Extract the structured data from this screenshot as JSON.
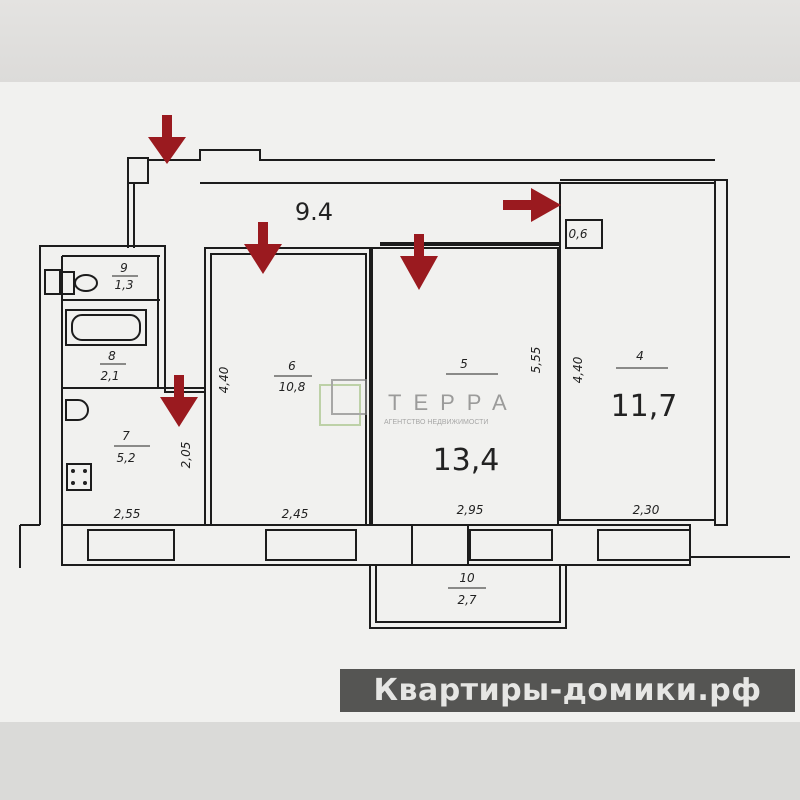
{
  "rooms": [
    {
      "number": "4",
      "area": "11,7"
    },
    {
      "number": "5",
      "area": "13,4"
    },
    {
      "number": "6",
      "area": "10,8"
    },
    {
      "number": "7",
      "area": "5,2"
    },
    {
      "number": "8",
      "area": "2,1"
    },
    {
      "number": "9",
      "area": "1,3"
    },
    {
      "number": "10",
      "area": "2,7"
    }
  ],
  "corridor_area": "9.4",
  "closet_area": "0,6",
  "dimensions": {
    "room6_height": "4,40",
    "room5_height": "5,55",
    "room4_height": "4,40",
    "room7_height": "2,05",
    "width_7": "2,55",
    "width_6": "2,45",
    "width_5": "2,95",
    "width_4": "2,30"
  },
  "watermark": {
    "name": "ТЕРРА",
    "subtitle": "АГЕНТСТВО НЕДВИЖИМОСТИ"
  },
  "brand": {
    "text": "Квартиры-домики.рф",
    "accent": "#7ab648"
  },
  "colors": {
    "arrow": "#9a1a1f",
    "walls": "#1c1c1c",
    "paper": "#f1f1ef"
  }
}
